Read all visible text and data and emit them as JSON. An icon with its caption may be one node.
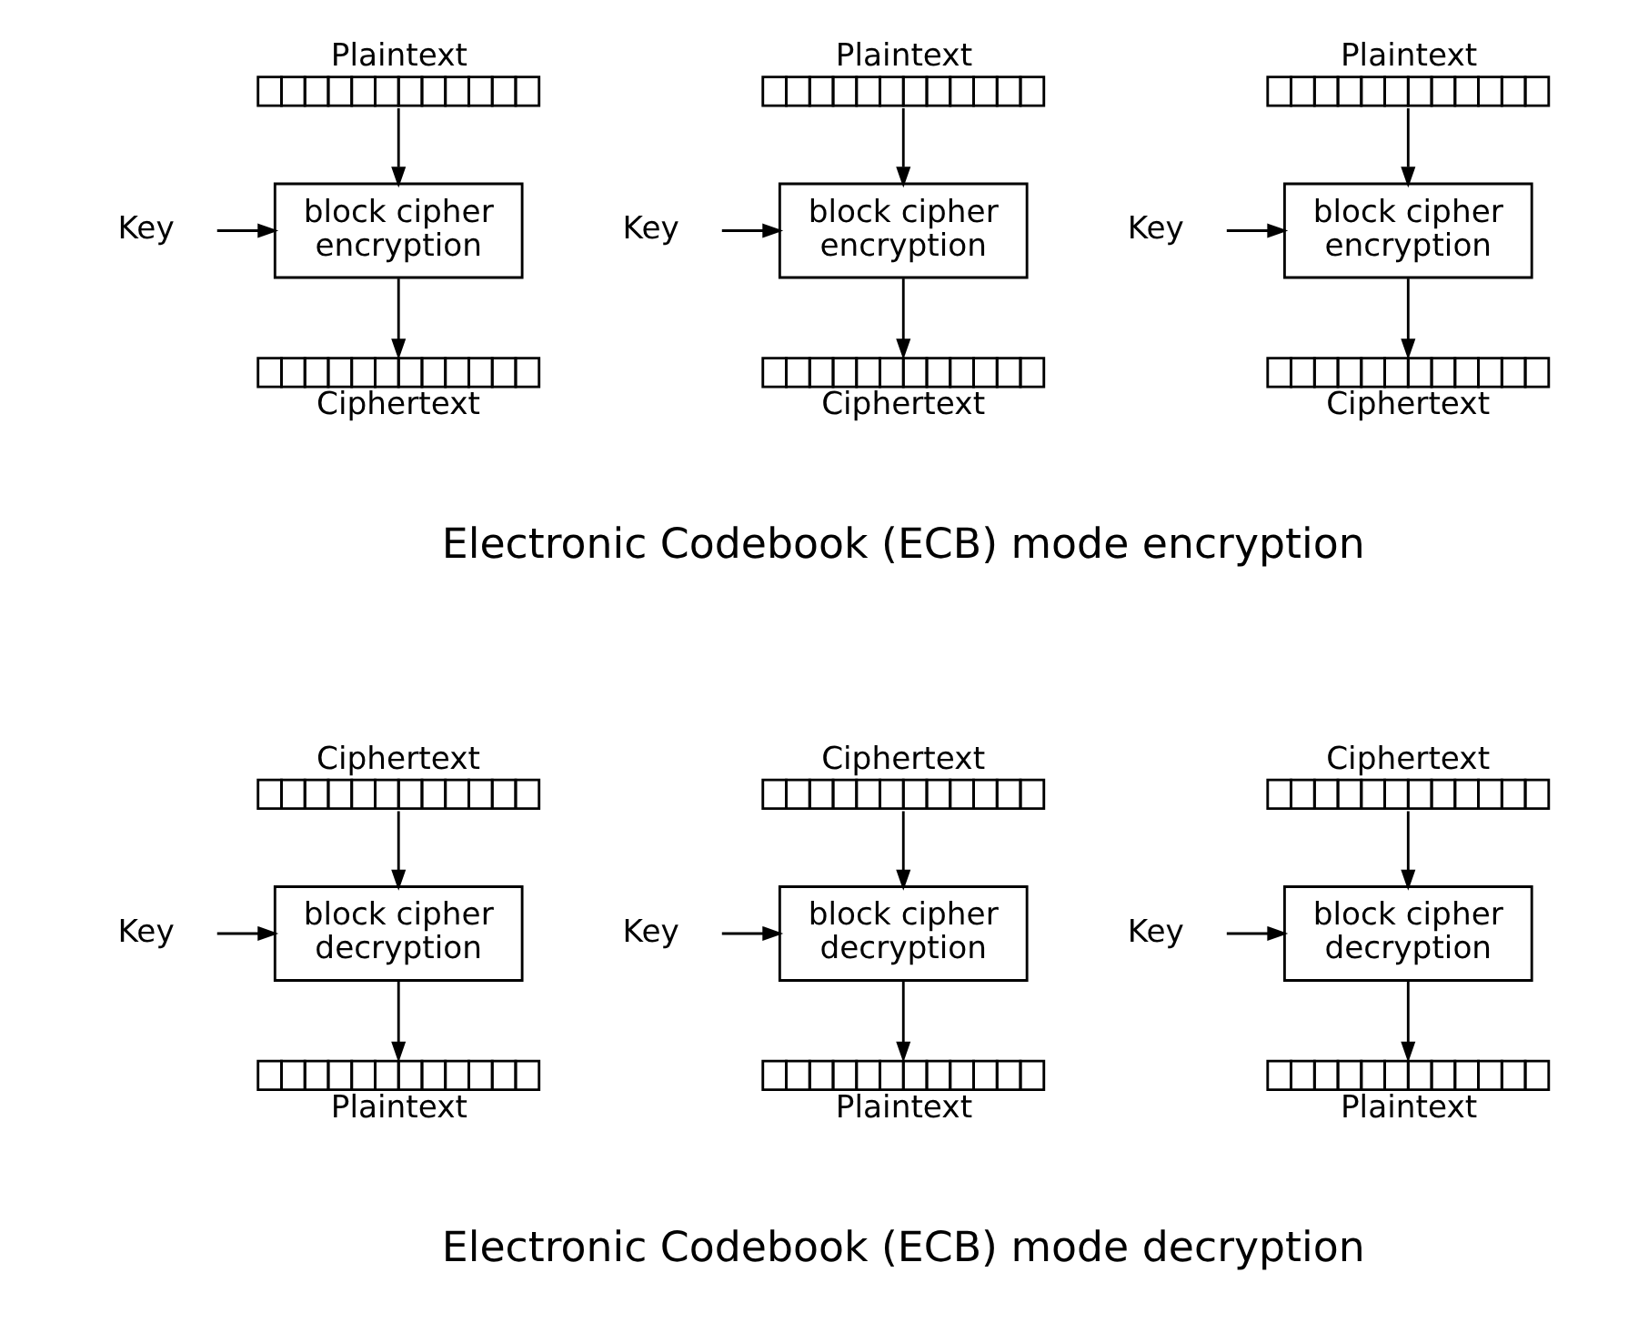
{
  "diagram": {
    "nodes": [
      {
        "text": [
          "Plaintext"
        ]
      },
      {
        "text": [
          "Plaintext"
        ]
      },
      {
        "text": [
          "Plaintext"
        ]
      },
      {
        "text": [
          "Key"
        ]
      },
      {
        "text": [
          "block cipher encryption"
        ]
      },
      {
        "text": [
          "Key"
        ]
      },
      {
        "text": [
          "block cipher encryption"
        ]
      },
      {
        "text": [
          "Key"
        ]
      },
      {
        "text": [
          "block cipher encryption"
        ]
      },
      {
        "text": [
          "Ciphertext"
        ]
      },
      {
        "text": [
          "Ciphertext"
        ]
      },
      {
        "text": [
          "Ciphertext"
        ]
      },
      {
        "text": [
          "Ciphertext"
        ]
      },
      {
        "text": [
          "Ciphertext"
        ]
      },
      {
        "text": [
          "Ciphertext"
        ]
      },
      {
        "text": [
          "Key"
        ]
      },
      {
        "text": [
          "block cipher decryption"
        ]
      },
      {
        "text": [
          "Key"
        ]
      },
      {
        "text": [
          "block cipher decryption"
        ]
      },
      {
        "text": [
          "Key"
        ]
      },
      {
        "text": [
          "block cipher decryption"
        ]
      },
      {
        "text": [
          "Plaintext"
        ]
      },
      {
        "text": [
          "Plaintext"
        ]
      },
      {
        "text": [
          "Plaintext"
        ]
      }
    ],
    "edges": [
      {
        "from": 0,
        "to": 4,
        "arrow": "to"
      },
      {
        "from": 3,
        "to": 4,
        "arrow": "to"
      },
      {
        "from": 4,
        "to": 9,
        "arrow": "to"
      },
      {
        "from": 1,
        "to": 6,
        "arrow": "to"
      },
      {
        "from": 5,
        "to": 6,
        "arrow": "to"
      },
      {
        "from": 6,
        "to": 10,
        "arrow": "to"
      },
      {
        "from": 2,
        "to": 8,
        "arrow": "to"
      },
      {
        "from": 7,
        "to": 8,
        "arrow": "to"
      },
      {
        "from": 8,
        "to": 11,
        "arrow": "to"
      },
      {
        "from": 12,
        "to": 16,
        "arrow": "to"
      },
      {
        "from": 15,
        "to": 16,
        "arrow": "to"
      },
      {
        "from": 16,
        "to": 21,
        "arrow": "to"
      },
      {
        "from": 13,
        "to": 18,
        "arrow": "to"
      },
      {
        "from": 17,
        "to": 18,
        "arrow": "to"
      },
      {
        "from": 18,
        "to": 22,
        "arrow": "to"
      },
      {
        "from": 14,
        "to": 20,
        "arrow": "to"
      },
      {
        "from": 19,
        "to": 20,
        "arrow": "to"
      },
      {
        "from": 20,
        "to": 23,
        "arrow": "to"
      }
    ],
    "labels": [
      "Electronic Codebook (ECB) mode encryption",
      "Electronic Codebook (ECB) mode decryption"
    ]
  }
}
